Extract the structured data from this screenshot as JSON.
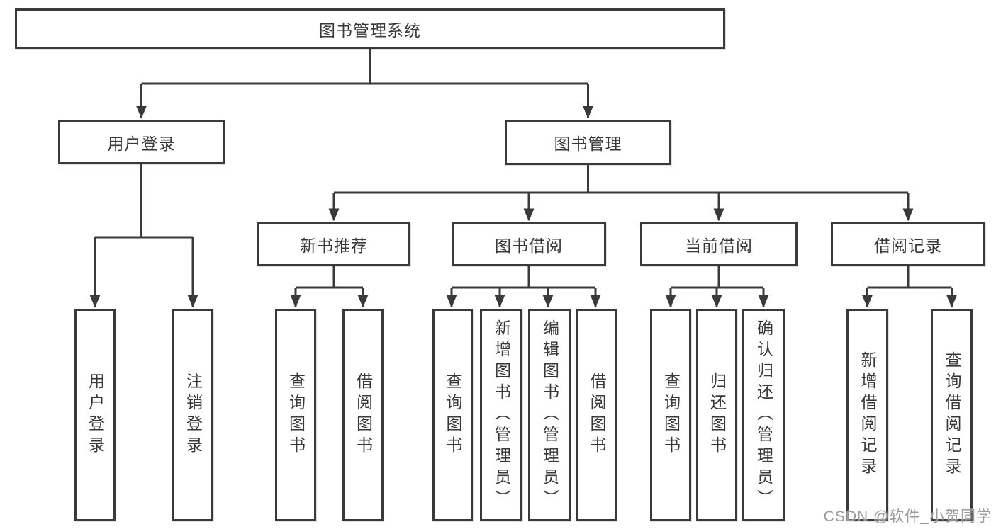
{
  "tree": {
    "root": {
      "label": "图书管理系统"
    },
    "branches": [
      {
        "label": "用户登录",
        "children": [
          {
            "label": "用户登录"
          },
          {
            "label": "注销登录"
          }
        ]
      },
      {
        "label": "图书管理",
        "children": [
          {
            "label": "新书推荐",
            "children": [
              {
                "label": "查询图书"
              },
              {
                "label": "借阅图书"
              }
            ]
          },
          {
            "label": "图书借阅",
            "children": [
              {
                "label": "查询图书"
              },
              {
                "label": "新增图书（管理员）"
              },
              {
                "label": "编辑图书（管理员）"
              },
              {
                "label": "借阅图书"
              }
            ]
          },
          {
            "label": "当前借阅",
            "children": [
              {
                "label": "查询图书"
              },
              {
                "label": "归还图书"
              },
              {
                "label": "确认归还（管理员）"
              }
            ]
          },
          {
            "label": "借阅记录",
            "children": [
              {
                "label": "新增借阅记录"
              },
              {
                "label": "查询借阅记录"
              }
            ]
          }
        ]
      }
    ]
  },
  "colors": {
    "line": "#3a3a3a",
    "text": "#383838",
    "watermark_text": "#9b9b9b",
    "background": "#ffffff"
  },
  "watermark": {
    "text": "CSDN @软件_小贺同学"
  }
}
